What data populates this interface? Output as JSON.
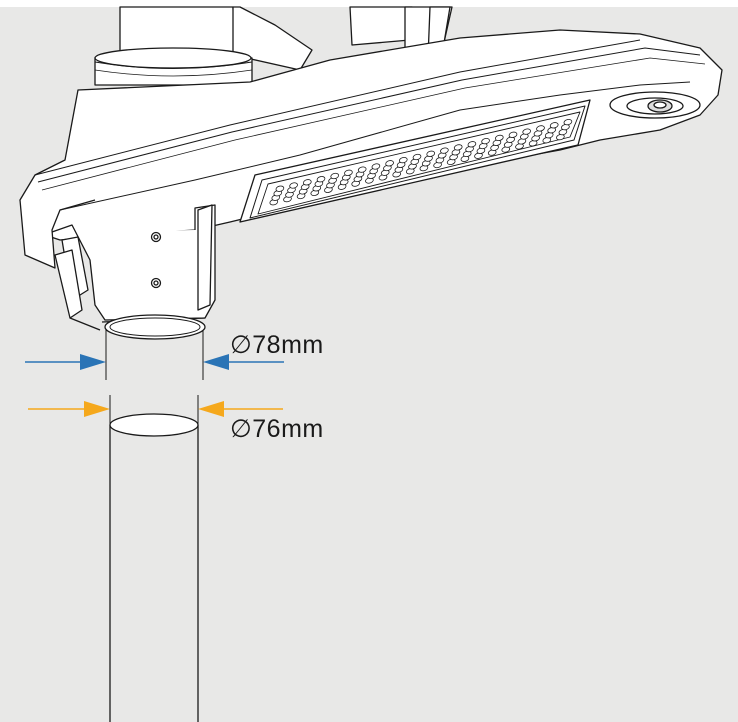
{
  "dimensions": {
    "outer_diameter_label": "∅78mm",
    "inner_diameter_label": "∅76mm"
  },
  "colors": {
    "background_panel": "#e8e8e7",
    "line_art": "#1a1a1a",
    "fixture_fill": "#ffffff",
    "outer_arrow": "#2a74b6",
    "inner_arrow": "#f5a81c"
  },
  "icons": {
    "street_light_head": "led-street-light-drawing",
    "pole": "pole-drawing",
    "outer_dimension_arrows": "blue-arrow-pair",
    "inner_dimension_arrows": "orange-arrow-pair"
  }
}
